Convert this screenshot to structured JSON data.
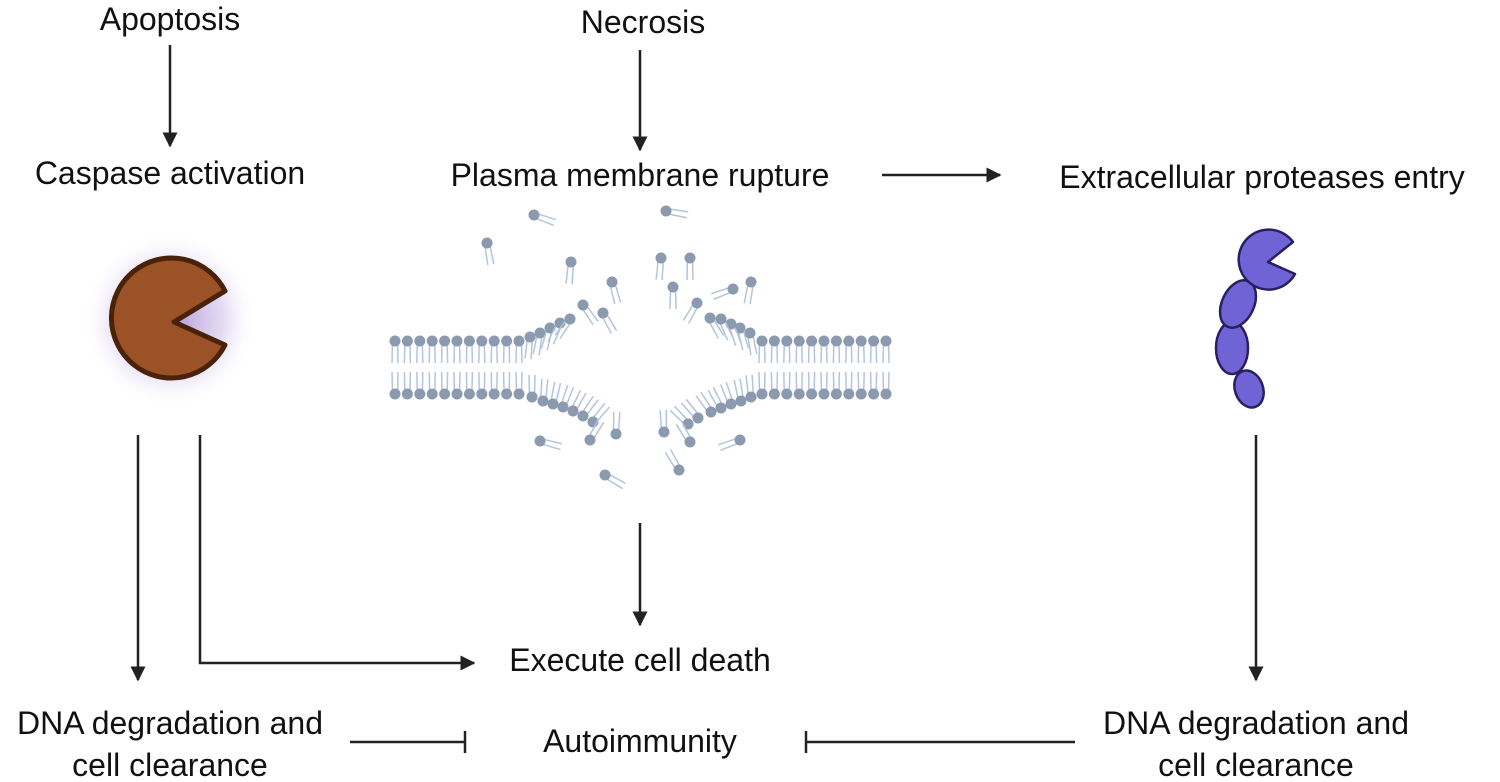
{
  "labels": {
    "apoptosis": "Apoptosis",
    "necrosis": "Necrosis",
    "caspase": "Caspase activation",
    "rupture": "Plasma membrane rupture",
    "proteases": "Extracellular proteases entry",
    "execute": "Execute cell death",
    "dna_left_1": "DNA degradation and",
    "dna_left_2": "cell clearance",
    "autoimmunity": "Autoimmunity",
    "dna_right_1": "DNA degradation and",
    "dna_right_2": "cell clearance"
  },
  "colors": {
    "caspase_fill": "#9a5226",
    "caspase_stroke": "#4a2208",
    "glow": "#a58ad6",
    "protease_fill": "#6f63d6",
    "protease_stroke": "#2a1f60",
    "lipid_head": "#8c9ab0",
    "lipid_tail": "#b4c4dc",
    "arrow": "#222222"
  },
  "icons": [
    "caspase-pacman-icon",
    "lipid-bilayer-rupture-icon",
    "protease-enzyme-icon"
  ]
}
